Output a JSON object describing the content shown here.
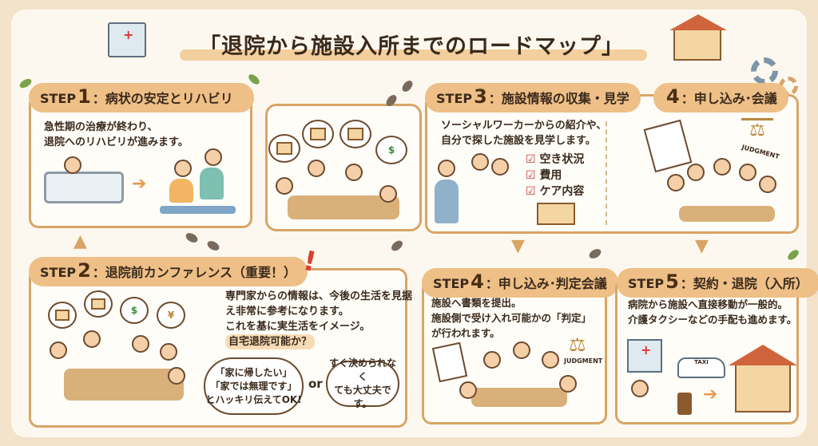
{
  "title": "「退院から施設入所までのロードマップ」",
  "step1": {
    "label": "STEP",
    "num": "1",
    "title": "：病状の安定とリハビリ",
    "lines": [
      "急性期の治療が終わり、",
      "退院へのリハビリが進みます。"
    ]
  },
  "step2": {
    "label": "STEP",
    "num": "2",
    "title": "：退院前カンファレンス（重要！）",
    "lines": [
      "専門家からの情報は、今後の生活を見据",
      "え非常に参考になります。",
      "これを基に実生活をイメージ。"
    ],
    "highlight": "自宅退院可能か？",
    "bubble1": [
      "「家に帰したい」",
      "「家では無理です」",
      "とハッキリ伝えてOK!"
    ],
    "or": "or",
    "bubble2": [
      "すぐ決められなく",
      "ても大丈夫です。"
    ]
  },
  "step3": {
    "label": "STEP",
    "num": "3",
    "title": "：施設情報の収集・見学",
    "lines": [
      "ソーシャルワーカーからの紹介や、",
      "自分で探した施設を見学します。"
    ],
    "checklist": [
      "空き状況",
      "費用",
      "ケア内容"
    ]
  },
  "step3b": {
    "num": "4",
    "title": "：申し込み･会議",
    "judgment": "JUDGMENT"
  },
  "step4": {
    "label": "STEP",
    "num": "4",
    "title": "：申し込み･判定会議",
    "lines": [
      "施設へ書類を提出。",
      "施設側で受け入れ可能かの「判定」",
      "が行われます。"
    ],
    "judgment": "JUDGMENT"
  },
  "step5": {
    "label": "STEP",
    "num": "5",
    "title": "：契約・退院（入所）",
    "lines": [
      "病院から施設へ直接移動が一般的。",
      "介護タクシーなどの手配も進めます。"
    ],
    "taxi": "TAXI"
  },
  "icons": {
    "check": "☑",
    "yen": "¥",
    "dollar": "$",
    "exclaim": "!"
  }
}
